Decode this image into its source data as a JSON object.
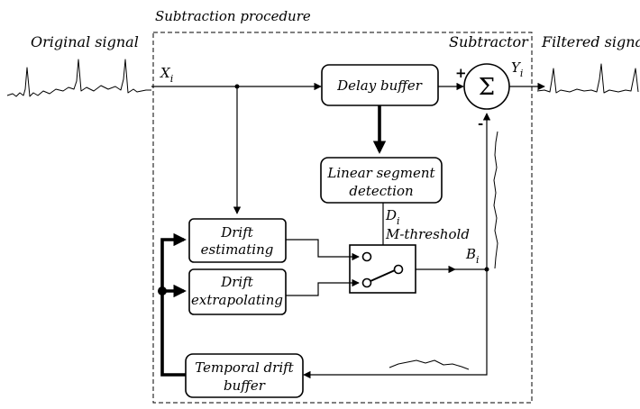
{
  "procedure_title": "Subtraction procedure",
  "original_signal": "Original signal",
  "filtered_signal": "Filtered signal",
  "subtractor": "Subtractor",
  "sigma": "Σ",
  "plus": "+",
  "minus": "-",
  "x_base": "X",
  "x_sub": "i",
  "y_base": "Y",
  "y_sub": "i",
  "d_base": "D",
  "d_sub": "i",
  "b_base": "B",
  "b_sub": "i",
  "m_threshold": "M-threshold",
  "delay_buffer": "Delay buffer",
  "linear_segment_line1": "Linear segment",
  "linear_segment_line2": "detection",
  "drift_estimating_line1": "Drift",
  "drift_estimating_line2": "estimating",
  "drift_extrapolating_line1": "Drift",
  "drift_extrapolating_line2": "extrapolating",
  "temporal_drift_line1": "Temporal drift",
  "temporal_drift_line2": "buffer"
}
